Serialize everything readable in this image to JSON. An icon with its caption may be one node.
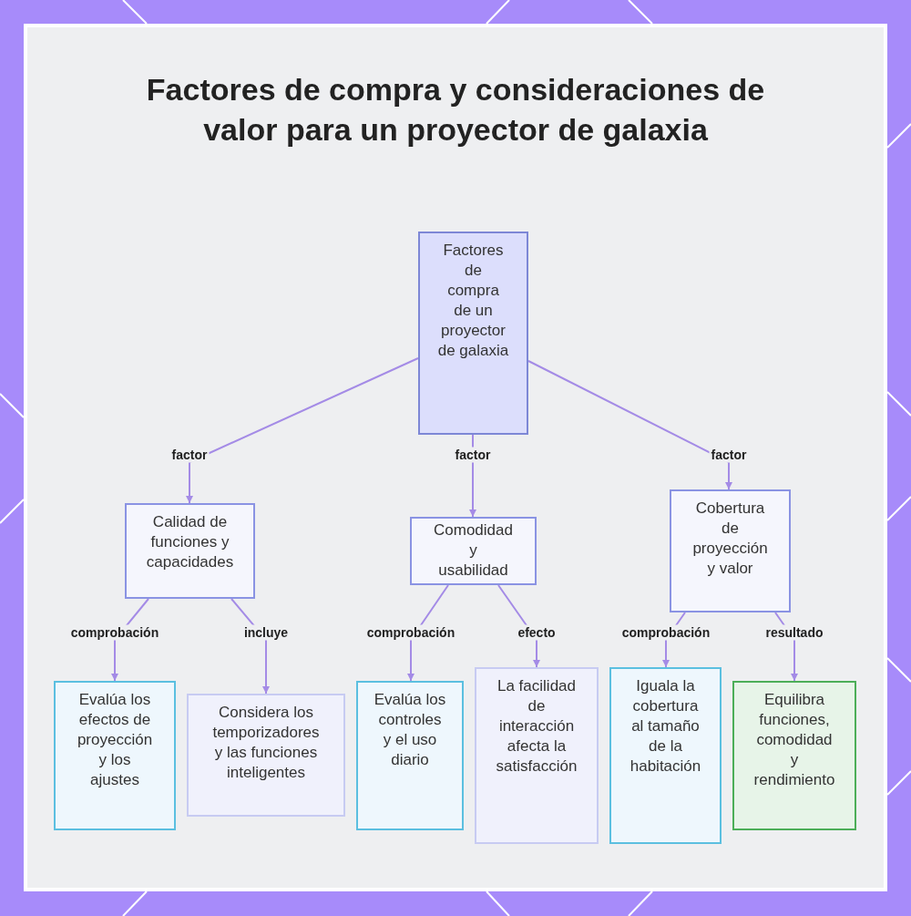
{
  "diagram": {
    "title": "Factores de compra y consideraciones de valor para un proyector de galaxia",
    "nodes": [
      {
        "text": [
          "Factores de compra de un proyector de galaxia"
        ]
      },
      {
        "text": [
          "Calidad de funciones y capacidades"
        ]
      },
      {
        "text": [
          "Comodidad y usabilidad"
        ]
      },
      {
        "text": [
          "Cobertura de proyección y valor"
        ]
      },
      {
        "text": [
          "Evalúa los efectos de proyección y los ajustes"
        ]
      },
      {
        "text": [
          "Considera los temporizadores y las funciones inteligentes"
        ]
      },
      {
        "text": [
          "Evalúa los controles y el uso diario"
        ]
      },
      {
        "text": [
          "La facilidad de interacción afecta la satisfacción"
        ]
      },
      {
        "text": [
          "Iguala la cobertura al tamaño de la habitación"
        ]
      },
      {
        "text": [
          "Equilibra funciones, comodidad y rendimiento"
        ]
      }
    ],
    "edges": [
      {
        "from": 0,
        "to": 1,
        "arrow": "to",
        "label": "factor"
      },
      {
        "from": 0,
        "to": 2,
        "arrow": "to",
        "label": "factor"
      },
      {
        "from": 0,
        "to": 3,
        "arrow": "to",
        "label": "factor"
      },
      {
        "from": 1,
        "to": 4,
        "arrow": "to",
        "label": "comprobación"
      },
      {
        "from": 1,
        "to": 5,
        "arrow": "to",
        "label": "incluye"
      },
      {
        "from": 2,
        "to": 6,
        "arrow": "to",
        "label": "comprobación"
      },
      {
        "from": 2,
        "to": 7,
        "arrow": "to",
        "label": "efecto"
      },
      {
        "from": 3,
        "to": 8,
        "arrow": "to",
        "label": "comprobación"
      },
      {
        "from": 3,
        "to": 9,
        "arrow": "to",
        "label": "resultado"
      }
    ]
  }
}
